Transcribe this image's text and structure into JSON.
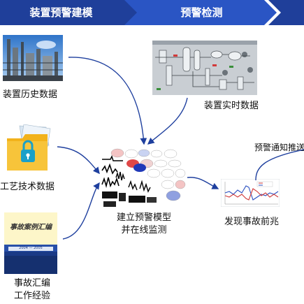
{
  "header": {
    "stage1": "装置预警建模",
    "stage2": "预警检测"
  },
  "inputs": {
    "history": "装置历史数据",
    "process": "工艺技术数据",
    "accident_line1": "事故汇编",
    "accident_line2": "工作经验"
  },
  "realtime": {
    "label": "装置实时数据"
  },
  "model": {
    "line1": "建立预警模型",
    "line2": "并在线监测"
  },
  "detect": {
    "label": "发现事故前兆"
  },
  "notify": {
    "label": "预警通知推送"
  },
  "book": {
    "title": "事故案例汇编",
    "years": "2004 — 2005"
  },
  "colors": {
    "banner_dark": "#1f3f9a",
    "banner_mid": "#2a55c4",
    "arrow": "#1e3f9e",
    "folder": "#f2b21b",
    "lock": "#1aa0c8"
  }
}
